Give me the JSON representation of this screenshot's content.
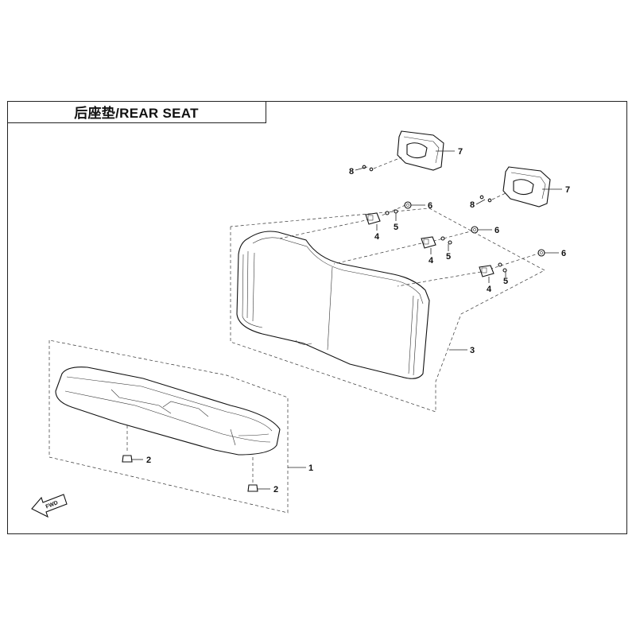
{
  "title": "后座垫/REAR SEAT",
  "fwd_label": "FWD",
  "callouts": {
    "c1": "1",
    "c2a": "2",
    "c2b": "2",
    "c3": "3",
    "c4a": "4",
    "c4b": "4",
    "c4c": "4",
    "c5a": "5",
    "c5b": "5",
    "c5c": "5",
    "c6a": "6",
    "c6b": "6",
    "c6c": "6",
    "c7a": "7",
    "c7b": "7",
    "c8a": "8",
    "c8b": "8"
  }
}
